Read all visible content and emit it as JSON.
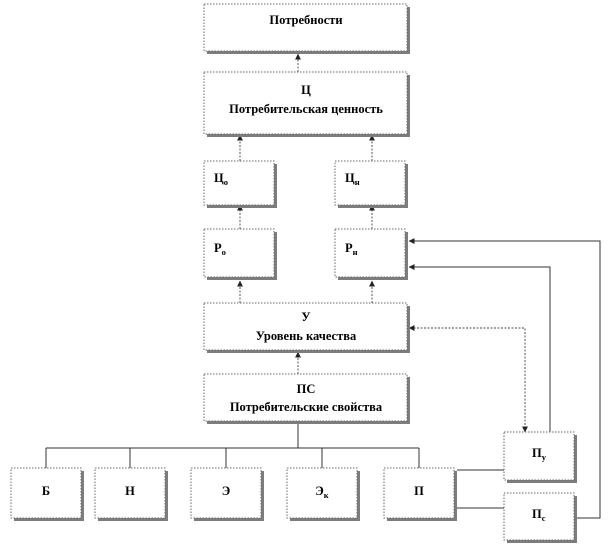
{
  "boxes": {
    "needs": {
      "title": "Потребности"
    },
    "value": {
      "symbol": "Ц",
      "title": "Потребительская ценность"
    },
    "value_o": {
      "symbol": "Ц",
      "sub": "о"
    },
    "value_n": {
      "symbol": "Ц",
      "sub": "н"
    },
    "r_o": {
      "symbol": "Р",
      "sub": "о"
    },
    "r_n": {
      "symbol": "Р",
      "sub": "н"
    },
    "quality": {
      "symbol": "У",
      "title": "Уровень качества"
    },
    "props": {
      "symbol": "ПС",
      "title": "Потребительские свойства"
    },
    "b": {
      "symbol": "Б"
    },
    "n": {
      "symbol": "Н"
    },
    "e": {
      "symbol": "Э"
    },
    "ek": {
      "symbol": "Э",
      "sub": "к"
    },
    "p": {
      "symbol": "П"
    },
    "p_u": {
      "symbol": "П",
      "sub": "у"
    },
    "p_s": {
      "symbol": "П",
      "sub": "с"
    }
  }
}
